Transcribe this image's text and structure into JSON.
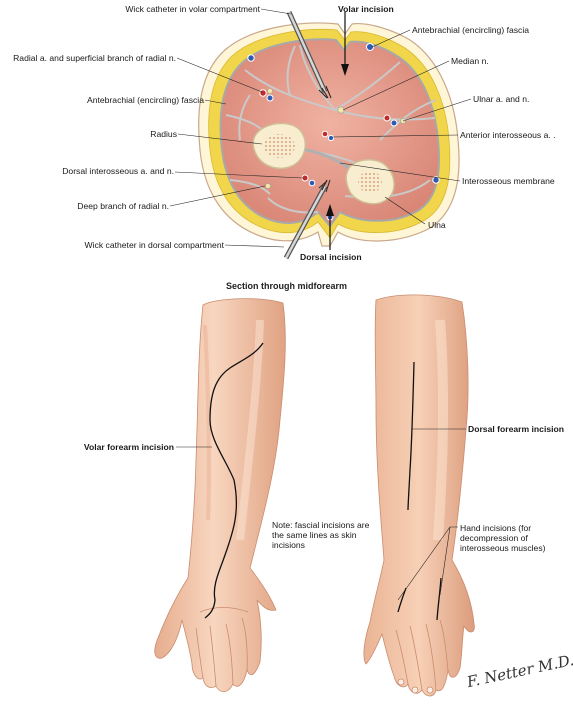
{
  "cross_section": {
    "title": "Section through midforearm",
    "labels": {
      "wick_volar": "Wick catheter in volar compartment",
      "volar_incision": "Volar incision",
      "antebrachial_right": "Antebrachial (encircling) fascia",
      "radial_a": "Radial a. and superficial branch of radial n.",
      "median_n": "Median n.",
      "antebrachial_left": "Antebrachial (encircling) fascia",
      "ulnar_a": "Ulnar a. and n.",
      "radius": "Radius",
      "anterior_interosseous": "Anterior interosseous a. .",
      "dorsal_interosseous": "Dorsal interosseous a. and n.",
      "interosseous_membrane": "Interosseous membrane",
      "deep_branch": "Deep branch of radial n.",
      "ulna": "Ulna",
      "wick_dorsal": "Wick catheter in dorsal compartment",
      "dorsal_incision": "Dorsal incision"
    }
  },
  "arms": {
    "volar_label": "Volar forearm incision",
    "dorsal_label": "Dorsal forearm incision",
    "note": "Note: fascial incisions are the same lines as skin incisions",
    "hand_incisions": "Hand incisions (for decompression of interosseous muscles)"
  },
  "signature": "F. Netter M.D.",
  "colors": {
    "muscle": "#e29a8a",
    "fat": "#f3d64a",
    "bone": "#f6edc8",
    "skin": "#f2c4a6",
    "skin_shadow": "#d99a7c"
  }
}
